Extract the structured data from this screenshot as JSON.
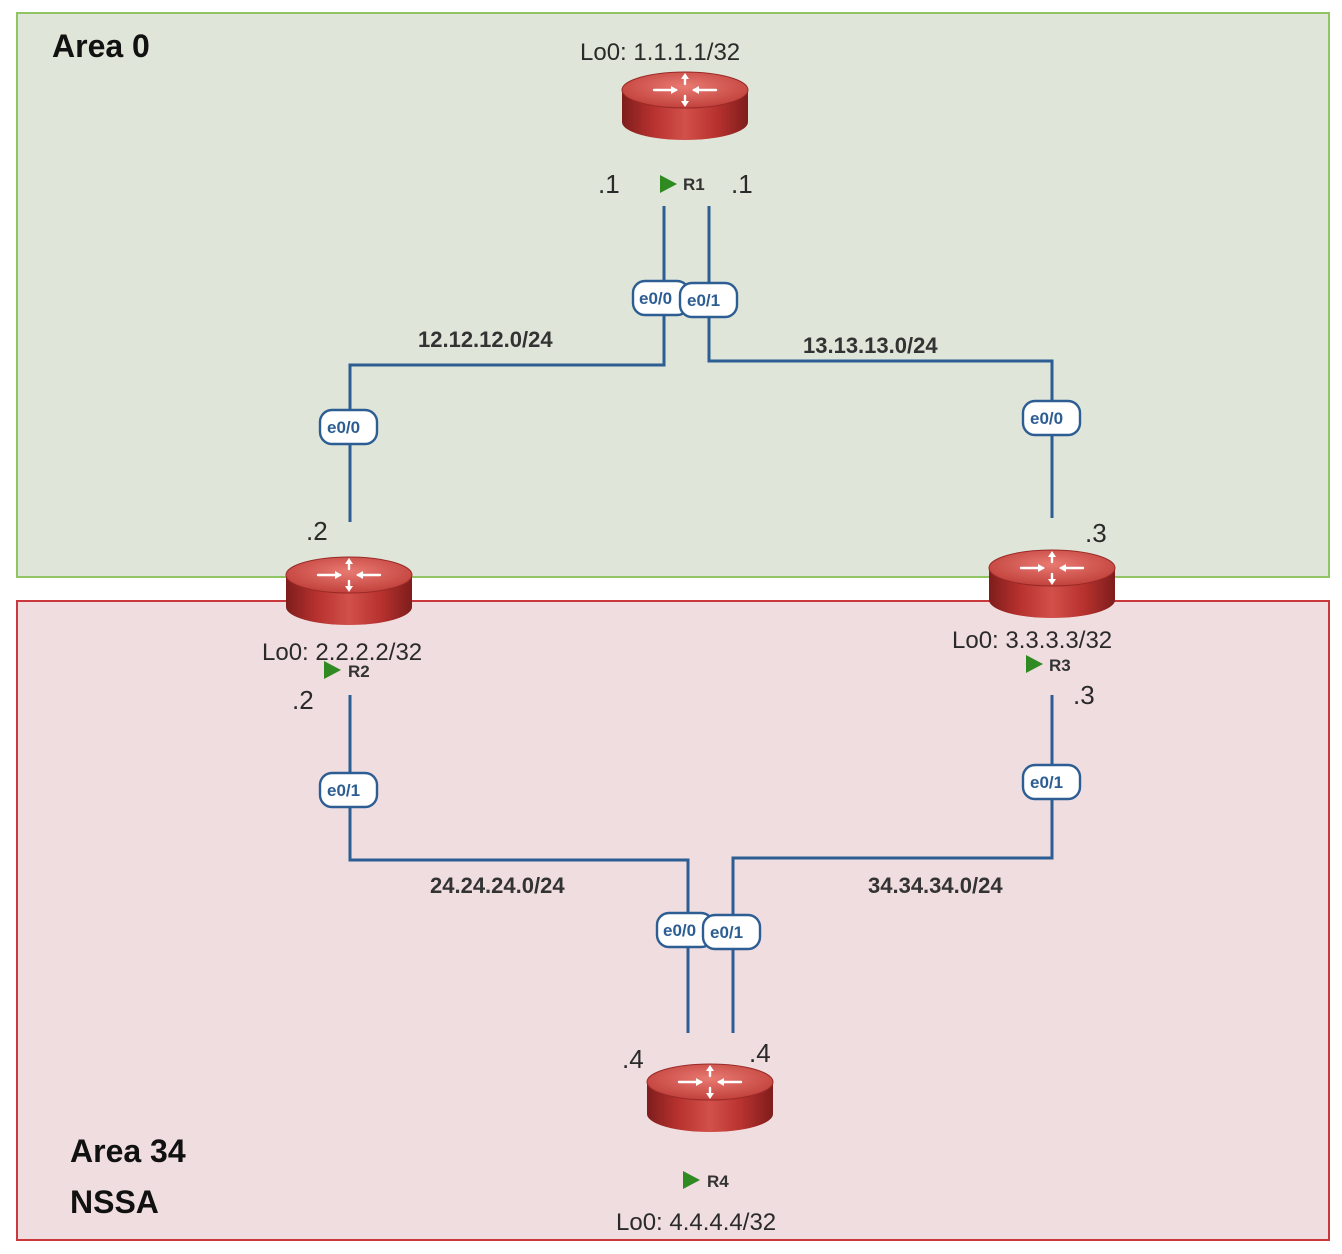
{
  "areas": {
    "area0": {
      "title": "Area 0"
    },
    "area34": {
      "title_line1": "Area 34",
      "title_line2": "NSSA"
    }
  },
  "routers": {
    "r1": {
      "name": "R1",
      "loopback": "Lo0: 1.1.1.1/32"
    },
    "r2": {
      "name": "R2",
      "loopback": "Lo0: 2.2.2.2/32"
    },
    "r3": {
      "name": "R3",
      "loopback": "Lo0: 3.3.3.3/32"
    },
    "r4": {
      "name": "R4",
      "loopback": "Lo0: 4.4.4.4/32"
    }
  },
  "links": {
    "r1_r2": {
      "subnet": "12.12.12.0/24",
      "a_iface": "e0/0",
      "a_addr": ".1",
      "b_iface": "e0/0",
      "b_addr": ".2"
    },
    "r1_r3": {
      "subnet": "13.13.13.0/24",
      "a_iface": "e0/1",
      "a_addr": ".1",
      "b_iface": "e0/0",
      "b_addr": ".3"
    },
    "r2_r4": {
      "subnet": "24.24.24.0/24",
      "a_iface": "e0/1",
      "a_addr": ".2",
      "b_iface": "e0/0",
      "b_addr": ".4"
    },
    "r3_r4": {
      "subnet": "34.34.34.0/24",
      "a_iface": "e0/1",
      "a_addr": ".3",
      "b_iface": "e0/1",
      "b_addr": ".4"
    }
  },
  "colors": {
    "area0_fill": "#dfe5d8",
    "area0_border": "#8fc663",
    "area34_fill": "#f0dde0",
    "area34_border": "#c9383c",
    "link": "#2c5d93",
    "router_body": "#b8322f",
    "status_arrow": "#2f8a22"
  },
  "icons": [
    "router-icon",
    "play-status-icon"
  ]
}
